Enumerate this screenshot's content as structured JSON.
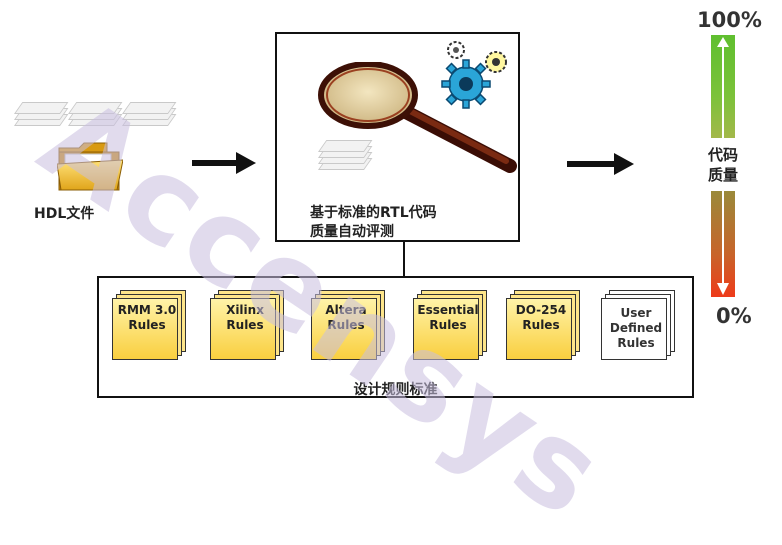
{
  "input": {
    "label": "HDL文件",
    "icon": "folder-icon"
  },
  "center": {
    "label": "基于标准的RTL代码\n质量自动评测",
    "icons": [
      "magnifier-icon",
      "gears-icon"
    ]
  },
  "rules": {
    "title": "设计规则标准",
    "items": [
      {
        "label": "RMM 3.0\nRules",
        "color": "yellow"
      },
      {
        "label": "Xilinx\nRules",
        "color": "yellow"
      },
      {
        "label": "Altera\nRules",
        "color": "yellow"
      },
      {
        "label": "Essential\nRules",
        "color": "yellow"
      },
      {
        "label": "DO-254\nRules",
        "color": "yellow"
      },
      {
        "label": "User\nDefined\nRules",
        "color": "white"
      }
    ]
  },
  "quality": {
    "top": "100%",
    "label": "代码\n质量",
    "bottom": "0%"
  },
  "watermark": "Accensys",
  "colors": {
    "doc_yellow": "#f9cf3f",
    "bar_green": "#5fbf2f",
    "bar_red": "#ee3b1a"
  }
}
